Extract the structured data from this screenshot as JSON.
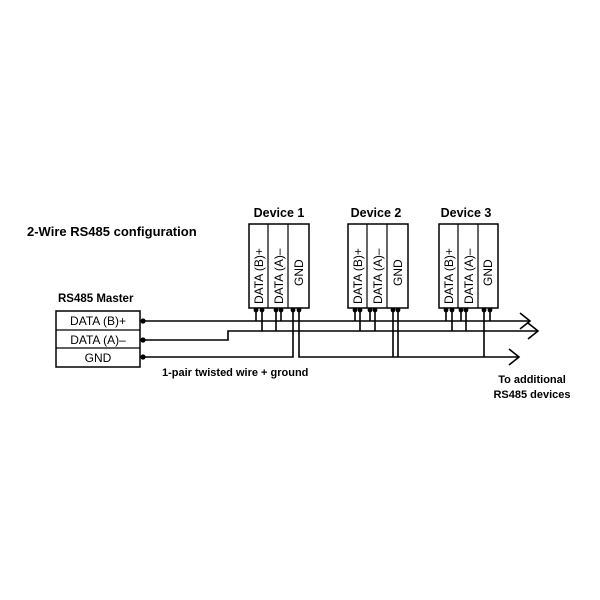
{
  "title": "2-Wire RS485 configuration",
  "master": {
    "label": "RS485 Master",
    "rows": [
      "DATA (B)+",
      "DATA (A)–",
      "GND"
    ]
  },
  "devices": [
    {
      "name": "Device 1",
      "terminals": [
        "DATA (B)+",
        "DATA (A)–",
        "GND"
      ]
    },
    {
      "name": "Device 2",
      "terminals": [
        "DATA (B)+",
        "DATA (A)–",
        "GND"
      ]
    },
    {
      "name": "Device 3",
      "terminals": [
        "DATA (B)+",
        "DATA (A)–",
        "GND"
      ]
    }
  ],
  "cable_label": "1-pair twisted wire + ground",
  "continuation_label": [
    "To additional",
    "RS485 devices"
  ]
}
